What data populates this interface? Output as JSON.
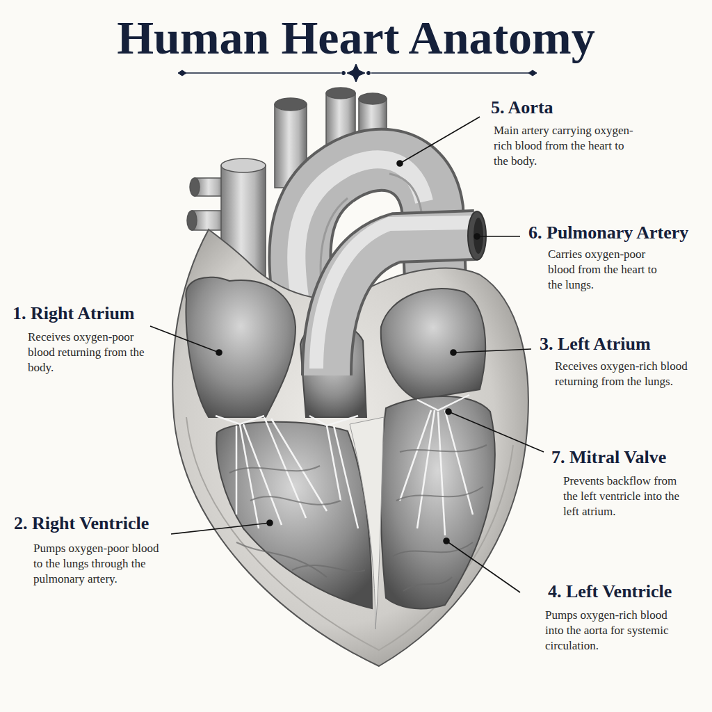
{
  "diagram": {
    "title": "Human Heart Anatomy",
    "labels": [
      "5. Aorta",
      "Main artery carrying oxygen-rich blood from the heart to the body.",
      "6. Pulmonary Artery",
      "Carries oxygen-poor blood from the heart to the lungs.",
      "1. Right Atrium",
      "Receives oxygen-poor blood returning from the body.",
      "3. Left Atrium",
      "Receives oxygen-rich blood returning from the lungs.",
      "7. Mitral Valve",
      "Prevents backflow from the left ventricle into the left atrium.",
      "2. Right Ventricle",
      "Pumps oxygen-poor blood to the lungs through the pulmonary artery.",
      "4. Left Ventricle",
      "Pumps oxygen-rich blood into the aorta for systemic circulation."
    ]
  }
}
